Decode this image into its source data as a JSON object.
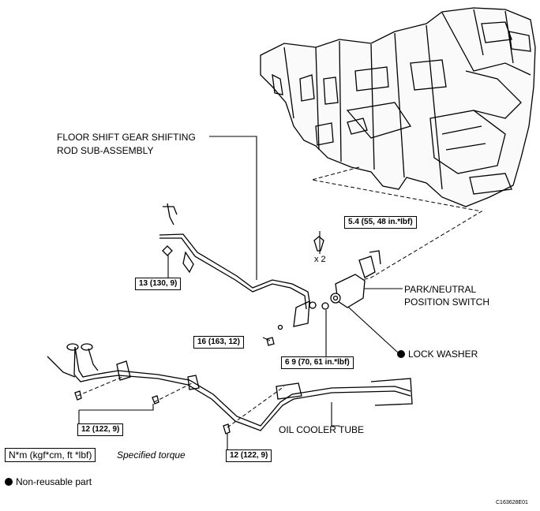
{
  "labels": {
    "rod_line1": "FLOOR SHIFT GEAR SHIFTING",
    "rod_line2": "ROD SUB-ASSEMBLY",
    "switch_line1": "PARK/NEUTRAL",
    "switch_line2": "POSITION SWITCH",
    "lock_washer": "LOCK WASHER",
    "oil_cooler_tube": "OIL COOLER TUBE",
    "x2": "x 2"
  },
  "torques": {
    "t_54": "5.4 (55, 48 in.*lbf)",
    "t_13": "13 (130, 9)",
    "t_16": "16 (163, 12)",
    "t_69": "6 9 (70, 61 in.*lbf)",
    "t_12a": "12 (122, 9)",
    "t_12b": "12 (122, 9)"
  },
  "legend": {
    "unit": "N*m (kgf*cm, ft *lbf)",
    "unit_desc": "Specified torque",
    "nonreusable": "Non-reusable part"
  },
  "figure_code": "C163628E01"
}
